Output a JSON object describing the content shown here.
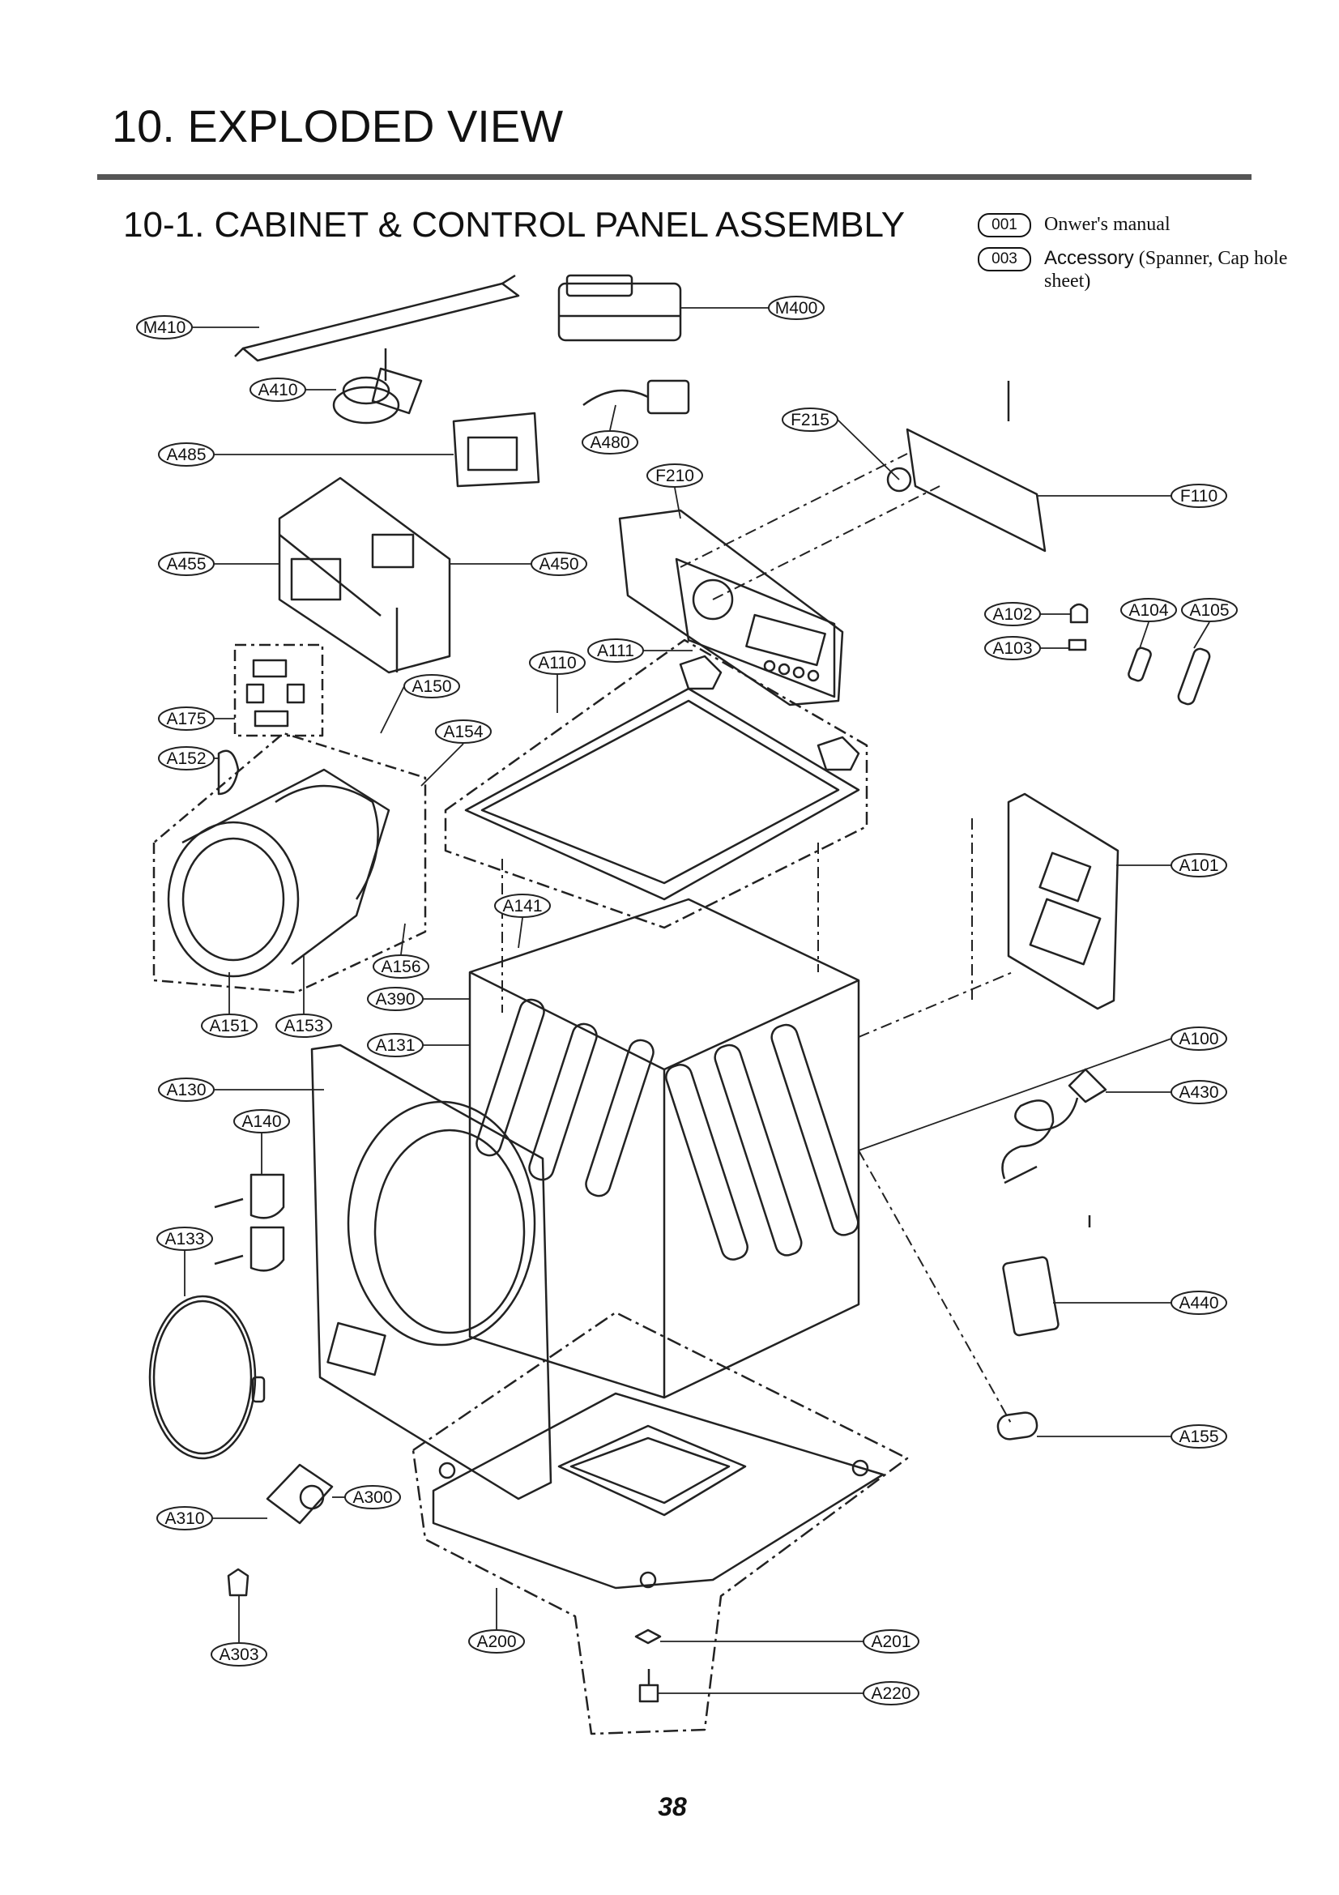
{
  "header": {
    "title": "10. EXPLODED VIEW",
    "subtitle": "10-1. CABINET & CONTROL PANEL ASSEMBLY"
  },
  "notes": [
    {
      "code": "001",
      "text": "Onwer's manual"
    },
    {
      "code": "003",
      "text_sans": "Accessory",
      "text": " (Spanner, Cap hole sheet)"
    }
  ],
  "callouts": [
    {
      "id": "M410"
    },
    {
      "id": "M400"
    },
    {
      "id": "A410"
    },
    {
      "id": "A480"
    },
    {
      "id": "A485"
    },
    {
      "id": "F215"
    },
    {
      "id": "F210"
    },
    {
      "id": "F110"
    },
    {
      "id": "A455"
    },
    {
      "id": "A450"
    },
    {
      "id": "A102"
    },
    {
      "id": "A104"
    },
    {
      "id": "A105"
    },
    {
      "id": "A103"
    },
    {
      "id": "A111"
    },
    {
      "id": "A110"
    },
    {
      "id": "A150"
    },
    {
      "id": "A175"
    },
    {
      "id": "A154"
    },
    {
      "id": "A152"
    },
    {
      "id": "A101"
    },
    {
      "id": "A141"
    },
    {
      "id": "A156"
    },
    {
      "id": "A390"
    },
    {
      "id": "A151"
    },
    {
      "id": "A153"
    },
    {
      "id": "A131"
    },
    {
      "id": "A100"
    },
    {
      "id": "A130"
    },
    {
      "id": "A430"
    },
    {
      "id": "A140"
    },
    {
      "id": "A133"
    },
    {
      "id": "A440"
    },
    {
      "id": "A155"
    },
    {
      "id": "A300"
    },
    {
      "id": "A310"
    },
    {
      "id": "A200"
    },
    {
      "id": "A201"
    },
    {
      "id": "A303"
    },
    {
      "id": "A220"
    }
  ],
  "footer": {
    "page_number": "38"
  }
}
